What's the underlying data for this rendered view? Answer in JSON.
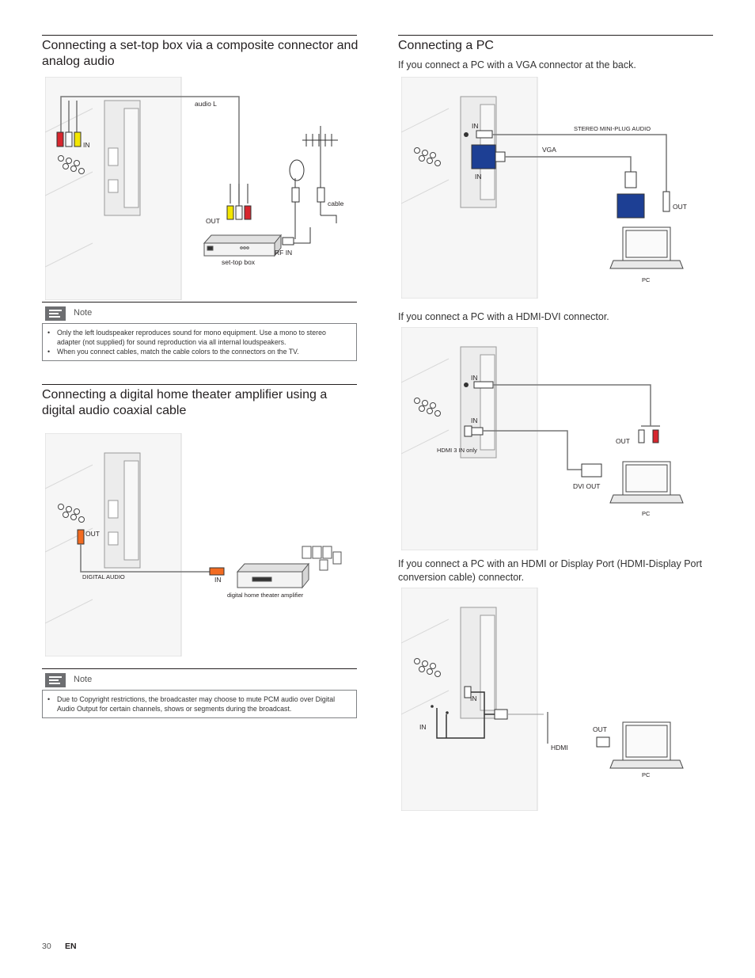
{
  "left": {
    "sec1": {
      "title": "Connecting a set-top box via a composite connector and analog audio",
      "labels": {
        "audio_l": "audio L",
        "in": "IN",
        "out": "OUT",
        "cable": "cable",
        "rf_in": "RF IN",
        "set_top_box": "set-top box"
      },
      "note": {
        "heading": "Note",
        "items": [
          "Only the left loudspeaker reproduces sound for mono equipment. Use a mono to stereo adapter (not supplied) for sound reproduction via all internal loudspeakers.",
          "When you connect cables, match the cable colors to the connectors on the TV."
        ]
      }
    },
    "sec2": {
      "title": "Connecting a digital home theater amplifier using a digital audio coaxial cable",
      "labels": {
        "out": "OUT",
        "digital_audio": "DIGITAL AUDIO",
        "in": "IN",
        "amplifier": "digital home theater amplifier"
      },
      "note": {
        "heading": "Note",
        "items": [
          "Due to Copyright restrictions, the broadcaster may choose to mute PCM audio over Digital Audio Output for certain channels, shows or segments during the broadcast."
        ]
      }
    }
  },
  "right": {
    "title": "Connecting a PC",
    "vga": {
      "intro": "If you connect a PC with a VGA connector at the back.",
      "labels": {
        "in_top": "IN",
        "in_bottom": "IN",
        "stereo": "STEREO MINI-PLUG AUDIO",
        "vga": "VGA",
        "out": "OUT",
        "pc": "PC"
      }
    },
    "dvi": {
      "intro": "If you connect a PC with a HDMI-DVI connector.",
      "labels": {
        "in_top": "IN",
        "in_bottom": "IN",
        "out": "OUT",
        "hdmi3": "HDMI 3 IN only",
        "dvi_out": "DVI OUT",
        "pc": "PC"
      }
    },
    "hdmi": {
      "intro": "If you connect a PC with an HDMI or Display Port (HDMI-Display Port conversion cable) connector.",
      "labels": {
        "in_port": "IN",
        "in_left": "IN",
        "out": "OUT",
        "hdmi": "HDMI",
        "pc": "PC"
      }
    }
  },
  "footer": {
    "page": "30",
    "lang": "EN"
  },
  "colors": {
    "vga_blue": "#1d3f94",
    "rca_red": "#d7262e",
    "rca_yellow": "#f3e600",
    "coax_orange": "#f26b21"
  }
}
